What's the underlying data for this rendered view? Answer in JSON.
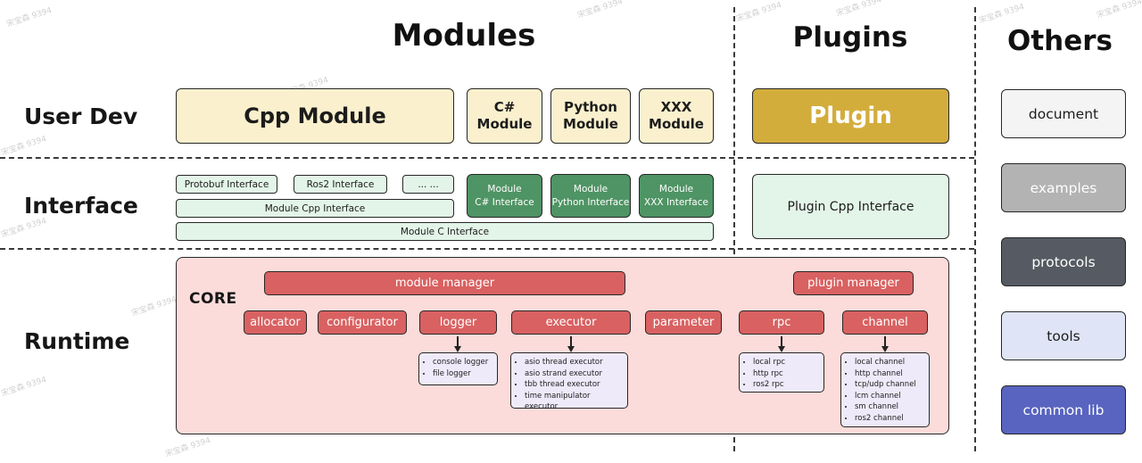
{
  "watermark": "宋宝森 9394",
  "headers": {
    "modules": "Modules",
    "plugins": "Plugins",
    "others": "Others"
  },
  "row_labels": {
    "user_dev": "User Dev",
    "interface": "Interface",
    "runtime": "Runtime"
  },
  "user_dev": {
    "cpp_module": "Cpp Module",
    "csharp_module": {
      "line1": "C#",
      "line2": "Module"
    },
    "python_module": {
      "line1": "Python",
      "line2": "Module"
    },
    "xxx_module": {
      "line1": "XXX",
      "line2": "Module"
    },
    "plugin": "Plugin"
  },
  "interface": {
    "protobuf": "Protobuf Interface",
    "ros2": "Ros2 Interface",
    "dots": "... ...",
    "module_cpp": "Module Cpp Interface",
    "module_c": "Module C Interface",
    "module_csharp": {
      "line1": "Module",
      "line2": "C# Interface"
    },
    "module_python": {
      "line1": "Module",
      "line2": "Python Interface"
    },
    "module_xxx": {
      "line1": "Module",
      "line2": "XXX Interface"
    },
    "plugin_cpp": "Plugin Cpp Interface"
  },
  "runtime": {
    "core_label": "CORE",
    "module_manager": "module manager",
    "plugin_manager": "plugin manager",
    "components": [
      "allocator",
      "configurator",
      "logger",
      "executor",
      "parameter",
      "rpc",
      "channel"
    ],
    "logger_items": [
      "console logger",
      "file logger"
    ],
    "executor_items": [
      "asio thread executor",
      "asio strand executor",
      "tbb thread executor",
      "time manipulator executor"
    ],
    "rpc_items": [
      "local rpc",
      "http rpc",
      "ros2 rpc"
    ],
    "channel_items": [
      "local channel",
      "http channel",
      "tcp/udp channel",
      "lcm channel",
      "sm channel",
      "ros2 channel"
    ]
  },
  "others": {
    "items": [
      {
        "label": "document",
        "bg": "#f4f4f4",
        "color": "#1c1c1c"
      },
      {
        "label": "examples",
        "bg": "#b3b3b3",
        "color": "#ffffff"
      },
      {
        "label": "protocols",
        "bg": "#565b63",
        "color": "#ffffff"
      },
      {
        "label": "tools",
        "bg": "#dfe5f6",
        "color": "#1c1c1c"
      },
      {
        "label": "common lib",
        "bg": "#5864c0",
        "color": "#ffffff"
      }
    ]
  },
  "colors": {
    "cream": "#faf0cd",
    "gold": "#d3ad3c",
    "light_green": "#e3f5e8",
    "dark_green": "#4f9464",
    "pink": "#fcdcda",
    "red": "#d96161",
    "purple": "#eeeafa"
  }
}
